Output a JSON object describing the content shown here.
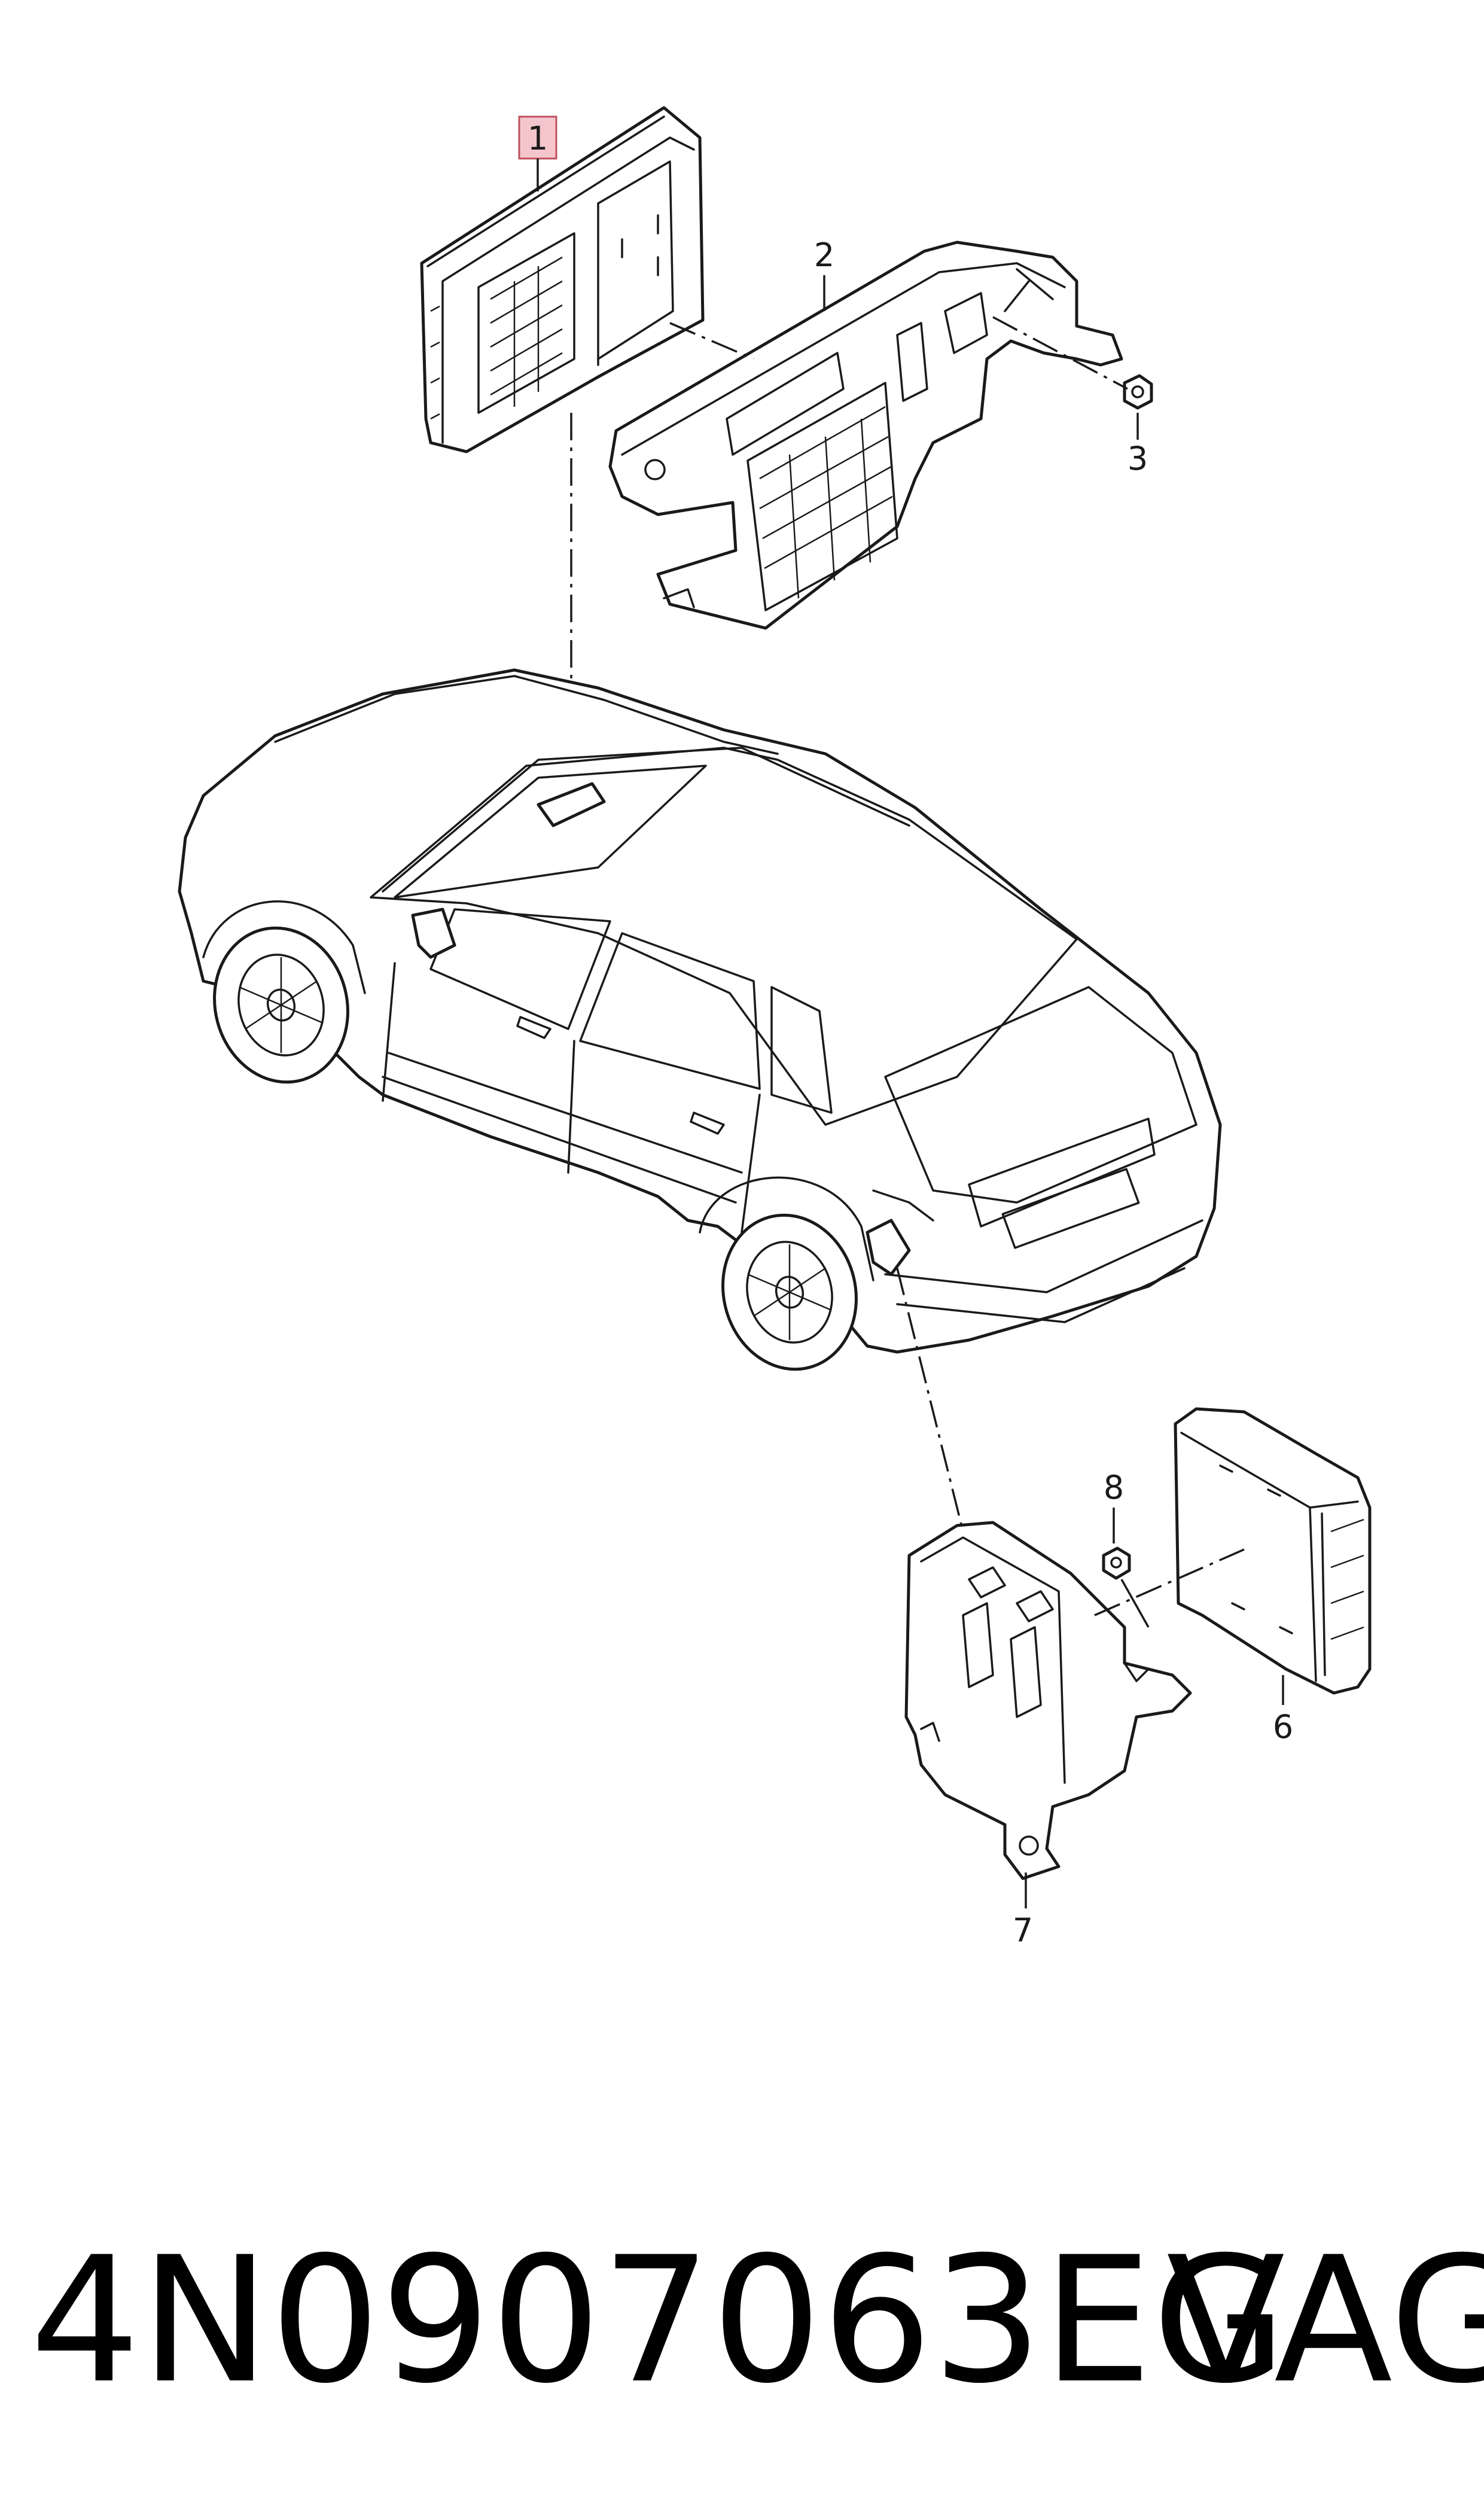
{
  "diagram": {
    "callouts": {
      "c1": "1",
      "c2": "2",
      "c3": "3",
      "c6": "6",
      "c7": "7",
      "c8": "8"
    },
    "highlight_color": "#f4c6cc",
    "line_color": "#1a1a1a"
  },
  "footer": {
    "part_number": "4N0907063EG",
    "brand": "VAG"
  }
}
